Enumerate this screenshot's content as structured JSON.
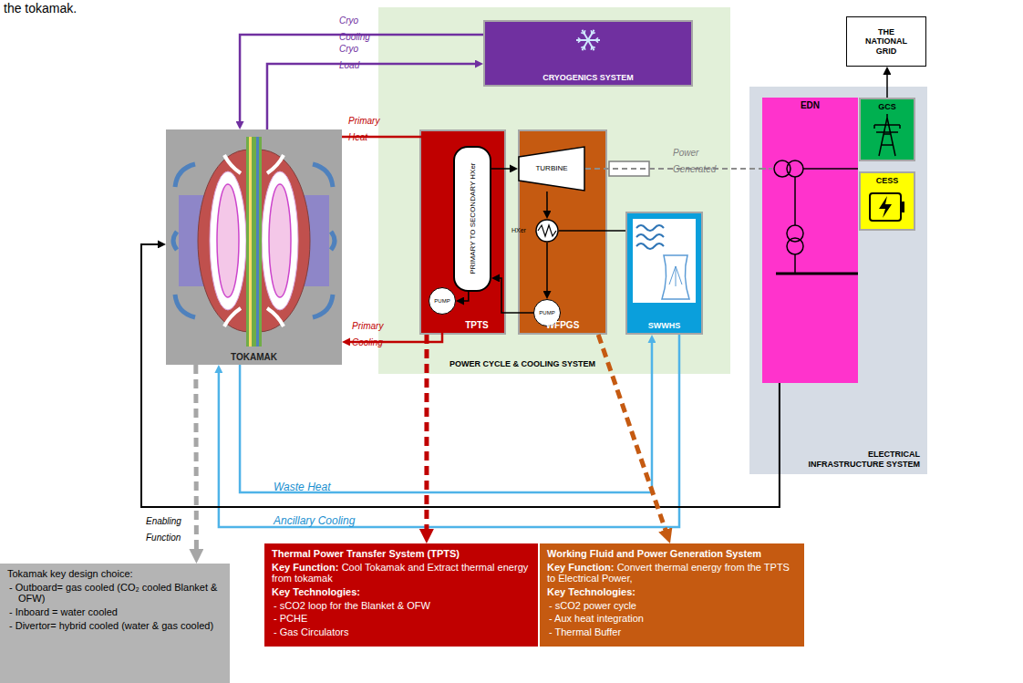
{
  "diagram": {
    "nodes": [
      {
        "text": [
          "TOKAMAK"
        ]
      },
      {
        "text": [
          "POWER CYCLE & COOLING SYSTEM"
        ]
      },
      {
        "text": [
          "CRYOGENICS SYSTEM"
        ],
        "in": 1
      },
      {
        "text": [
          "TPTS"
        ],
        "in": 1
      },
      {
        "text": [
          "PRIMARY TO SECONDARY HXer"
        ],
        "in": 3
      },
      {
        "text": [
          "PUMP"
        ],
        "in": 3
      },
      {
        "text": [
          "WFPGS"
        ],
        "in": 1
      },
      {
        "text": [
          "TURBINE"
        ],
        "in": 6
      },
      {
        "text": [
          "HXer"
        ],
        "in": 6
      },
      {
        "text": [
          "PUMP"
        ],
        "in": 6
      },
      {
        "text": [
          "SWWHS"
        ],
        "in": 1
      },
      {
        "text": [
          "THE NATIONAL GRID"
        ]
      },
      {
        "text": [
          "ELECTRICAL INFRASTRUCTURE SYSTEM"
        ]
      },
      {
        "text": [
          "EDN"
        ],
        "in": 12
      },
      {
        "text": [
          "GCS"
        ],
        "in": 12
      },
      {
        "text": [
          "CESS"
        ],
        "in": 12
      },
      {
        "text": [
          "Thermal Power Transfer System (TPTS)",
          "Key Function:",
          "Cool Tokamak and Extract thermal energy from tokamak",
          "Key Technologies:",
          "- sCO2 loop for the Blanket & OFW",
          "- PCHE",
          "- Gas Circulators"
        ]
      },
      {
        "text": [
          "Working Fluid and Power Generation System",
          "Key Function:",
          "Convert thermal energy from the TPTS to Electrical Power,",
          "Key Technologies:",
          "- sCO2 power cycle",
          "- Aux heat integration",
          "- Thermal Buffer"
        ]
      },
      {
        "text": [
          "Tokamak key design choice:",
          "- Outboard= gas cooled (CO₂ cooled Blanket & OFW)",
          "- Inboard = water cooled",
          "- Divertor= hybrid cooled (water & gas cooled)"
        ]
      }
    ],
    "edges": [
      {
        "from": 2,
        "to": 0,
        "label": "Cryo Cooling",
        "arrow": "to"
      },
      {
        "from": 0,
        "to": 2,
        "label": "Cryo Load",
        "arrow": "to"
      },
      {
        "from": 0,
        "to": 4,
        "label": "Primary Heat",
        "arrow": "to"
      },
      {
        "from": 5,
        "to": 0,
        "label": "Primary Cooling",
        "arrow": "to"
      },
      {
        "from": 4,
        "to": 5,
        "arrow": "to"
      },
      {
        "from": 9,
        "to": 4,
        "arrow": "to"
      },
      {
        "from": 4,
        "to": 7,
        "arrow": "to"
      },
      {
        "from": 7,
        "to": 8,
        "arrow": "to"
      },
      {
        "from": 8,
        "to": 9,
        "arrow": "to"
      },
      {
        "from": 8,
        "to": 10,
        "arrow": "none"
      },
      {
        "from": 7,
        "to": 13,
        "label": "Power Generated",
        "arrow": "none"
      },
      {
        "from": 14,
        "to": 11,
        "arrow": "to"
      },
      {
        "from": 0,
        "to": 10,
        "label": "Waste Heat",
        "arrow": "to"
      },
      {
        "from": 10,
        "to": 0,
        "label": "Ancillary Cooling",
        "arrow": "to"
      },
      {
        "from": 13,
        "to": 0,
        "label": "Enabling Function",
        "arrow": "to"
      },
      {
        "from": 3,
        "to": 16,
        "arrow": "to"
      },
      {
        "from": 6,
        "to": 17,
        "arrow": "to"
      },
      {
        "from": 0,
        "to": 18,
        "arrow": "to"
      }
    ],
    "labels": [
      "the tokamak."
    ]
  }
}
